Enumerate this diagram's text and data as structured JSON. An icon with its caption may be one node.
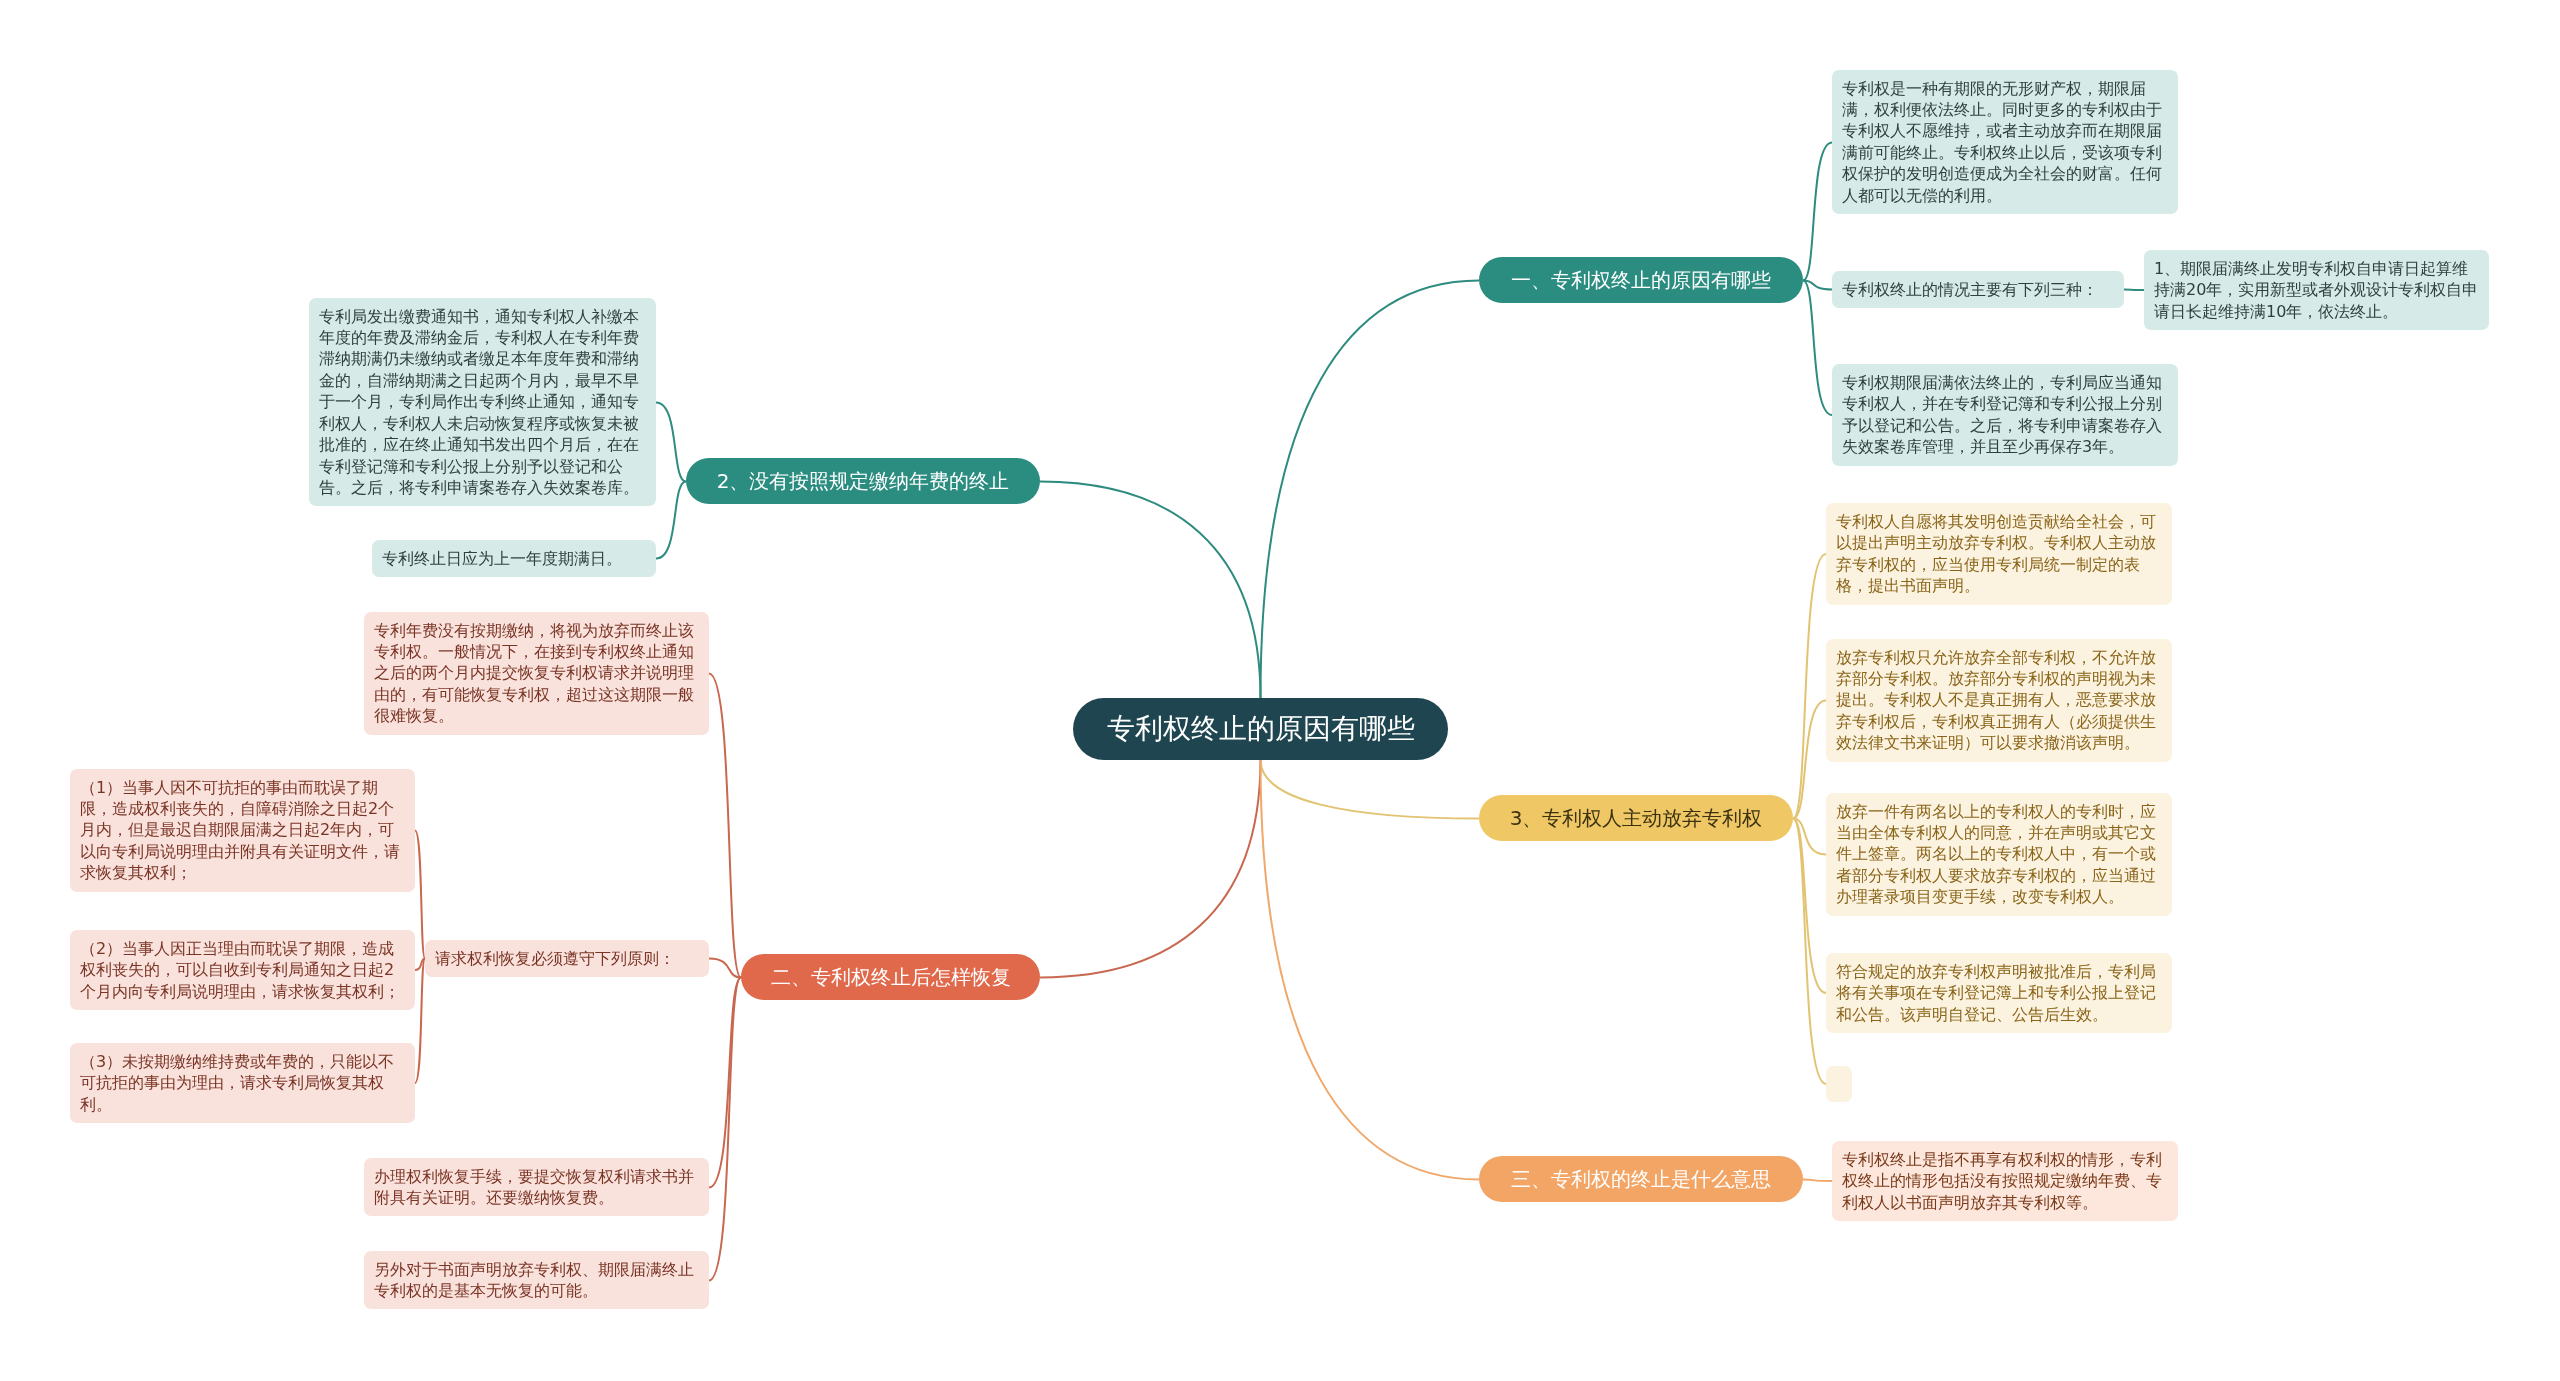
{
  "diagram": {
    "nodes": [
      {
        "text": [
          "专利权终止的原因有哪些"
        ]
      },
      {
        "text": [
          "一、专利权终止的原因有哪些"
        ]
      },
      {
        "text": [
          "专利权是一种有期限的无形财产权，期限届满，权利便依法终止。同时更多的专利权由于专利权人不愿维持，或者主动放弃而在期限届满前可能终止。专利权终止以后，受该项专利权保护的发明创造便成为全社会的财富。任何人都可以无偿的利用。"
        ]
      },
      {
        "text": [
          "专利权终止的情况主要有下列三种："
        ]
      },
      {
        "text": [
          "1、期限届满终止发明专利权自申请日起算维持满20年，实用新型或者外观设计专利权自申请日长起维持满10年，依法终止。"
        ]
      },
      {
        "text": [
          "专利权期限届满依法终止的，专利局应当通知专利权人，并在专利登记簿和专利公报上分别予以登记和公告。之后，将专利申请案卷存入失效案卷库管理，并且至少再保存3年。"
        ]
      },
      {
        "text": [
          "2、没有按照规定缴纳年费的终止"
        ]
      },
      {
        "text": [
          "专利局发出缴费通知书，通知专利权人补缴本年度的年费及滞纳金后，专利权人在专利年费滞纳期满仍未缴纳或者缴足本年度年费和滞纳金的，自滞纳期满之日起两个月内，最早不早于一个月，专利局作出专利终止通知，通知专利权人，专利权人未启动恢复程序或恢复未被批准的，应在终止通知书发出四个月后，在在专利登记簿和专利公报上分别予以登记和公告。之后，将专利申请案卷存入失效案卷库。"
        ]
      },
      {
        "text": [
          "专利终止日应为上一年度期满日。"
        ]
      },
      {
        "text": [
          "二、专利权终止后怎样恢复"
        ]
      },
      {
        "text": [
          "专利年费没有按期缴纳，将视为放弃而终止该专利权。一般情况下，在接到专利权终止通知之后的两个月内提交恢复专利权请求并说明理由的，有可能恢复专利权，超过这这期限一般很难恢复。"
        ]
      },
      {
        "text": [
          "请求权利恢复必须遵守下列原则："
        ]
      },
      {
        "text": [
          "（1）当事人因不可抗拒的事由而耽误了期限，造成权利丧失的，自障碍消除之日起2个月内，但是最迟自期限届满之日起2年内，可以向专利局说明理由并附具有关证明文件，请求恢复其权利；"
        ]
      },
      {
        "text": [
          "（2）当事人因正当理由而耽误了期限，造成权利丧失的，可以自收到专利局通知之日起2个月内向专利局说明理由，请求恢复其权利；"
        ]
      },
      {
        "text": [
          "（3）未按期缴纳维持费或年费的，只能以不可抗拒的事由为理由，请求专利局恢复其权利。"
        ]
      },
      {
        "text": [
          "办理权利恢复手续，要提交恢复权利请求书并附具有关证明。还要缴纳恢复费。"
        ]
      },
      {
        "text": [
          "另外对于书面声明放弃专利权、期限届满终止专利权的是基本无恢复的可能。"
        ]
      },
      {
        "text": [
          "3、专利权人主动放弃专利权"
        ]
      },
      {
        "text": [
          "专利权人自愿将其发明创造贡献给全社会，可以提出声明主动放弃专利权。专利权人主动放弃专利权的，应当使用专利局统一制定的表格，提出书面声明。"
        ]
      },
      {
        "text": [
          "放弃专利权只允许放弃全部专利权，不允许放弃部分专利权。放弃部分专利权的声明视为未提出。专利权人不是真正拥有人，恶意要求放弃专利权后，专利权真正拥有人（必须提供生效法律文书来证明）可以要求撤消该声明。"
        ]
      },
      {
        "text": [
          "放弃一件有两名以上的专利权人的专利时，应当由全体专利权人的同意，并在声明或其它文件上签章。两名以上的专利权人中，有一个或者部分专利权人要求放弃专利权的，应当通过办理著录项目变更手续，改变专利权人。"
        ]
      },
      {
        "text": [
          "符合规定的放弃专利权声明被批准后，专利局将有关事项在专利登记簿上和专利公报上登记和公告。该声明自登记、公告后生效。"
        ]
      },
      {
        "text": [],
        "shape": "box"
      },
      {
        "text": [
          "三、专利权的终止是什么意思"
        ]
      },
      {
        "text": [
          "专利权终止是指不再享有权利权的情形，专利权终止的情形包括没有按照规定缴纳年费、专利权人以书面声明放弃其专利权等。"
        ]
      }
    ],
    "edges": [
      {
        "from": 0,
        "to": 1,
        "arrow": "none",
        "color": "#2e8b7f"
      },
      {
        "from": 1,
        "to": 2,
        "arrow": "none",
        "color": "#2e8b7f"
      },
      {
        "from": 1,
        "to": 3,
        "arrow": "none",
        "color": "#2e8b7f"
      },
      {
        "from": 3,
        "to": 4,
        "arrow": "none",
        "color": "#2e8b7f"
      },
      {
        "from": 1,
        "to": 5,
        "arrow": "none",
        "color": "#2e8b7f"
      },
      {
        "from": 0,
        "to": 6,
        "arrow": "none",
        "color": "#2e8b7f"
      },
      {
        "from": 6,
        "to": 7,
        "arrow": "none",
        "color": "#2e8b7f"
      },
      {
        "from": 6,
        "to": 8,
        "arrow": "none",
        "color": "#2e8b7f"
      },
      {
        "from": 0,
        "to": 9,
        "arrow": "none",
        "color": "#c9674f"
      },
      {
        "from": 9,
        "to": 10,
        "arrow": "none",
        "color": "#c9674f"
      },
      {
        "from": 9,
        "to": 11,
        "arrow": "none",
        "color": "#c9674f"
      },
      {
        "from": 11,
        "to": 12,
        "arrow": "none",
        "color": "#c9674f"
      },
      {
        "from": 11,
        "to": 13,
        "arrow": "none",
        "color": "#c9674f"
      },
      {
        "from": 11,
        "to": 14,
        "arrow": "none",
        "color": "#c9674f"
      },
      {
        "from": 9,
        "to": 15,
        "arrow": "none",
        "color": "#c9674f"
      },
      {
        "from": 9,
        "to": 16,
        "arrow": "none",
        "color": "#c9674f"
      },
      {
        "from": 0,
        "to": 17,
        "arrow": "none",
        "color": "#e2c372"
      },
      {
        "from": 17,
        "to": 18,
        "arrow": "none",
        "color": "#e2c372"
      },
      {
        "from": 17,
        "to": 19,
        "arrow": "none",
        "color": "#e2c372"
      },
      {
        "from": 17,
        "to": 20,
        "arrow": "none",
        "color": "#e2c372"
      },
      {
        "from": 17,
        "to": 21,
        "arrow": "none",
        "color": "#e2c372"
      },
      {
        "from": 17,
        "to": 22,
        "arrow": "none",
        "color": "#e2c372"
      },
      {
        "from": 0,
        "to": 23,
        "arrow": "none",
        "color": "#f0a86a"
      },
      {
        "from": 23,
        "to": 24,
        "arrow": "none",
        "color": "#f0a86a"
      }
    ]
  }
}
